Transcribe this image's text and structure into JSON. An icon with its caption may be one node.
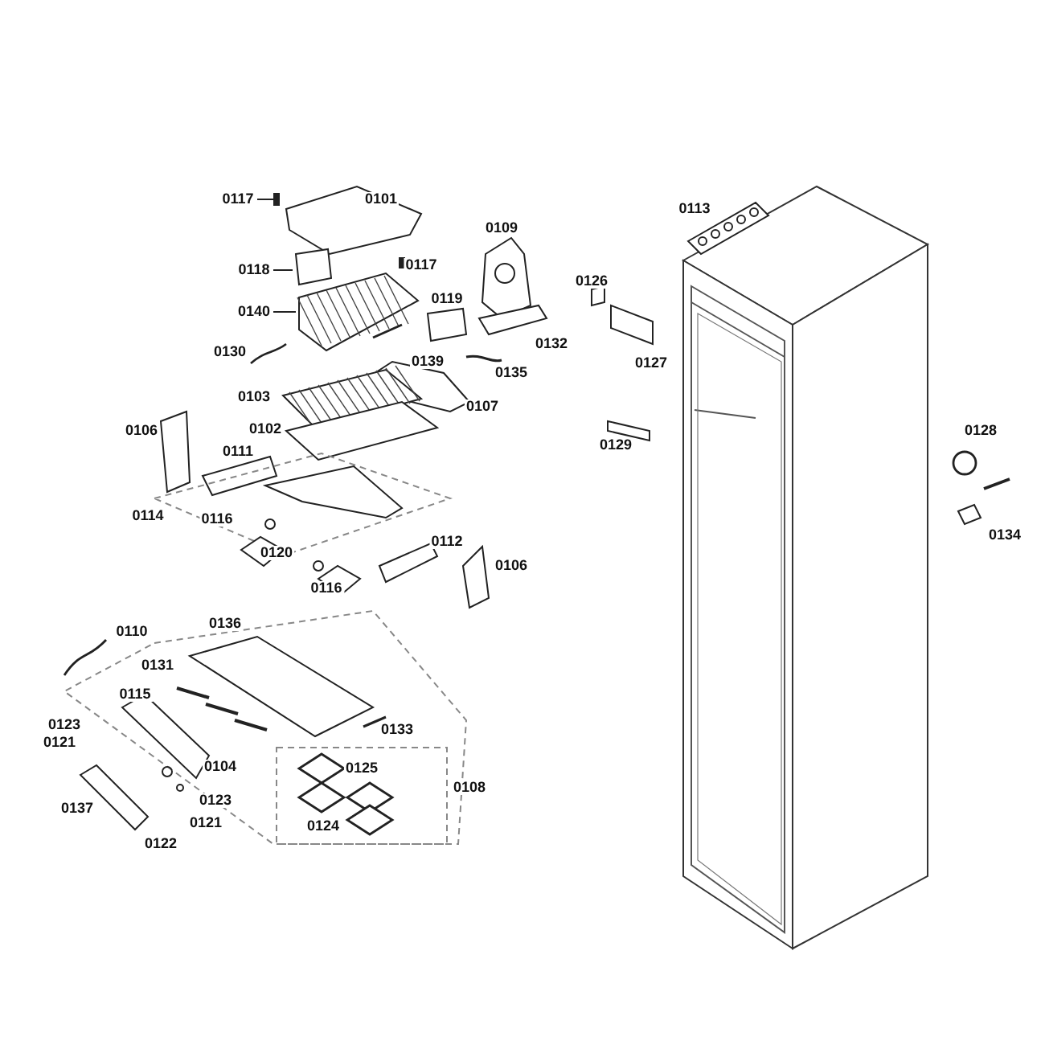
{
  "diagram": {
    "labels": [
      "0117",
      "0101",
      "0109",
      "0113",
      "0118",
      "0117",
      "0126",
      "0119",
      "0140",
      "0132",
      "0127",
      "0130",
      "0139",
      "0135",
      "0103",
      "0107",
      "0106",
      "0102",
      "0129",
      "0128",
      "0111",
      "0114",
      "0116",
      "0134",
      "0120",
      "0112",
      "0106",
      "0116",
      "0110",
      "0136",
      "0131",
      "0115",
      "0133",
      "0123",
      "0121",
      "0104",
      "0125",
      "0108",
      "0123",
      "0121",
      "0137",
      "0124",
      "0122"
    ]
  }
}
